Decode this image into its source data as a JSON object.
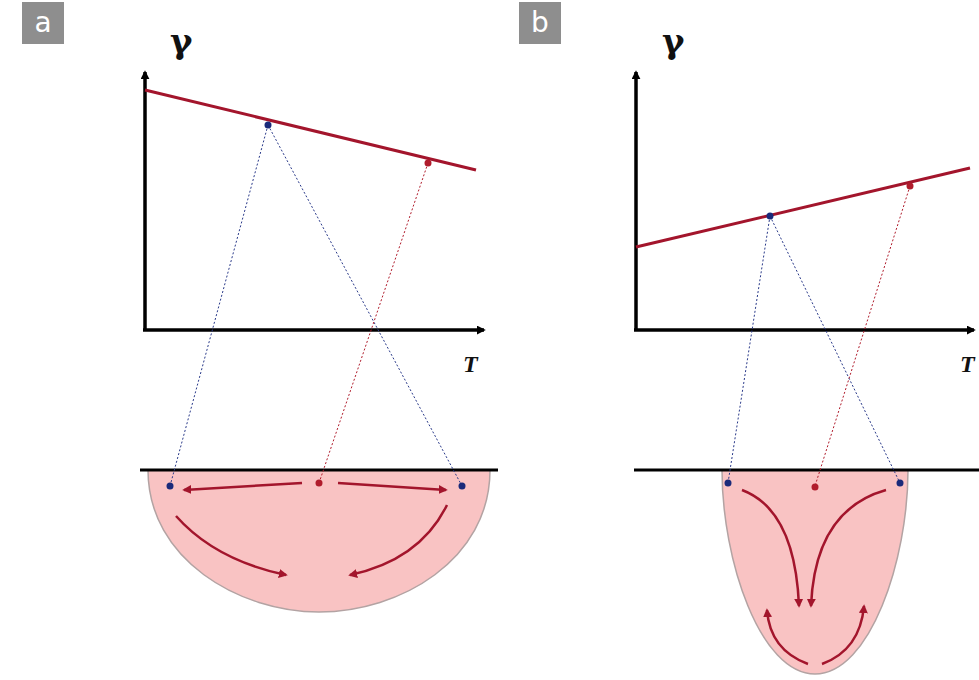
{
  "diagram": {
    "nodes": [
      {
        "text": [
          "a"
        ]
      },
      {
        "text": [
          "b"
        ]
      }
    ],
    "labels": [
      "γ",
      "T",
      "γ",
      "T"
    ]
  }
}
